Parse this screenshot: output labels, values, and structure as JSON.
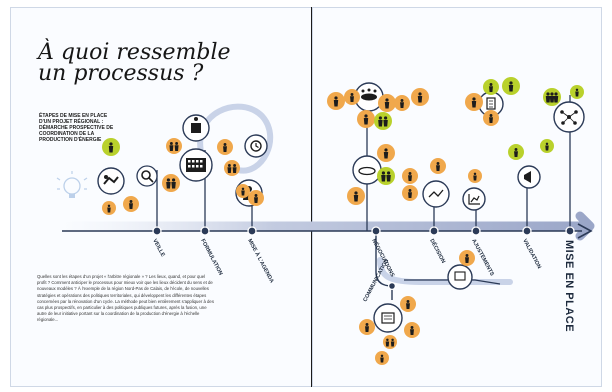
{
  "page": {
    "title_line1": "À quoi ressemble",
    "title_line2": "un processus ?",
    "intro": "ÉTAPES DE MISE EN PLACE D'UN PROJET RÉGIONAL : DÉMARCHE PROSPECTIVE DE COORDINATION DE LA PRODUCTION D'ÉNERGIE",
    "body": "Quelles sont les étapes d'un projet « l'arbitre régionale » ? Les lieux, quand, et pour quel profit ? Comment anticiper le processus pour mieux voir que les lieux décident du sens et de nouveaux modèles ? À l'exemple de la région Nord-Pas de Calais, de l'école, de nouvelles stratégies et opérations des politiques territoriales, qui développent les différentes étapes concernées par la rénovation d'un cycle. La méthode peut bien entièrement s'appliquer à des cas plus prospectifs, en particulier à des politiques publiques futures, après la fusion, une autre de leur initiative portant sur la coordination de la production d'énergie à l'échelle régionale...",
    "tagline": "MISE EN PLACE",
    "corner_left": "",
    "corner_right": "",
    "colors": {
      "orange": "#f0a84c",
      "green": "#b9d12c",
      "blue": "#2b3a57",
      "arrow": "#c5cce0"
    }
  },
  "stages": [
    {
      "label": "VEILLE"
    },
    {
      "label": "FORMULATION"
    },
    {
      "label": "MISE À L'AGENDA"
    },
    {
      "label": "NÉGOCIATIONS"
    },
    {
      "label": "DÉCISION"
    },
    {
      "label": "AJUSTEMENTS"
    },
    {
      "label": "VALIDATION"
    }
  ],
  "branch": {
    "label": "COMMUNICATION"
  },
  "captions": [
    "",
    "",
    "",
    "",
    "",
    "",
    "",
    "",
    "",
    "",
    "",
    "",
    "",
    "",
    "",
    "",
    "",
    "",
    "",
    "",
    "",
    "",
    "",
    "",
    "",
    "",
    "",
    "",
    "",
    "",
    "",
    "",
    ""
  ],
  "icons": {
    "people": "person-icon",
    "bulb": "lightbulb-icon",
    "building": "building-icon",
    "clock": "clock-icon",
    "table": "meeting-table-icon",
    "chart": "chart-icon",
    "megaphone": "megaphone-icon",
    "network": "network-icon",
    "document": "document-icon"
  }
}
